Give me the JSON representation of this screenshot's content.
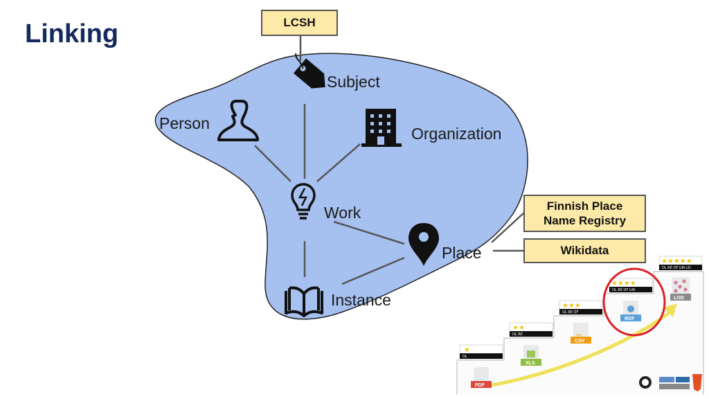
{
  "title": "Linking",
  "nodes": {
    "subject": "Subject",
    "person": "Person",
    "organization": "Organization",
    "work": "Work",
    "place": "Place",
    "instance": "Instance"
  },
  "external_sources": {
    "lcsh": "LCSH",
    "finnish_place_name_registry": "Finnish Place Name Registry",
    "wikidata": "Wikidata"
  },
  "open_data_stairs": {
    "levels": [
      {
        "stars": 1,
        "tags": "OL",
        "format": "PDF"
      },
      {
        "stars": 2,
        "tags": "OL  RE",
        "format": "XLS"
      },
      {
        "stars": 3,
        "tags": "OL  RE  OF",
        "format": "CSV"
      },
      {
        "stars": 4,
        "tags": "OL  RE  OF  URI",
        "format": "RDF"
      },
      {
        "stars": 5,
        "tags": "OL  RE  OF  URI  LD",
        "format": "LOD"
      }
    ],
    "highlighted_level": 4,
    "colors": {
      "highlight_ring": "#dd1f26",
      "arrow": "#f0e05a",
      "step_line": "#d9d9d9"
    }
  },
  "colors": {
    "blob_fill": "#a6c0f0",
    "blob_stroke": "#222222",
    "box_fill": "#fde9a8",
    "title": "#14295e"
  }
}
